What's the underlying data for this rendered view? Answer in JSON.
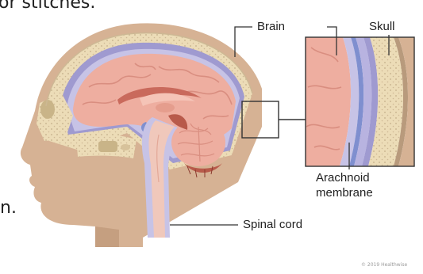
{
  "captions": {
    "top_fragment": "or stitches.",
    "side_fragment": "n."
  },
  "labels": {
    "brain": "Brain",
    "skull": "Skull",
    "arachnoid_line1": "Arachnoid",
    "arachnoid_line2": "membrane",
    "spinal_cord": "Spinal cord"
  },
  "watermark": "© 2019 Healthwise",
  "colors": {
    "skin": "#d6b294",
    "skin_shadow": "#c59f80",
    "bone": "#ecdcb7",
    "bone_dots": "#cdb894",
    "meninges": "#9f9ad0",
    "csf": "#c7c3e6",
    "brain": "#eeaea0",
    "brain_fold": "#d98e80",
    "dark_red": "#b85a4a",
    "line": "#333333"
  }
}
